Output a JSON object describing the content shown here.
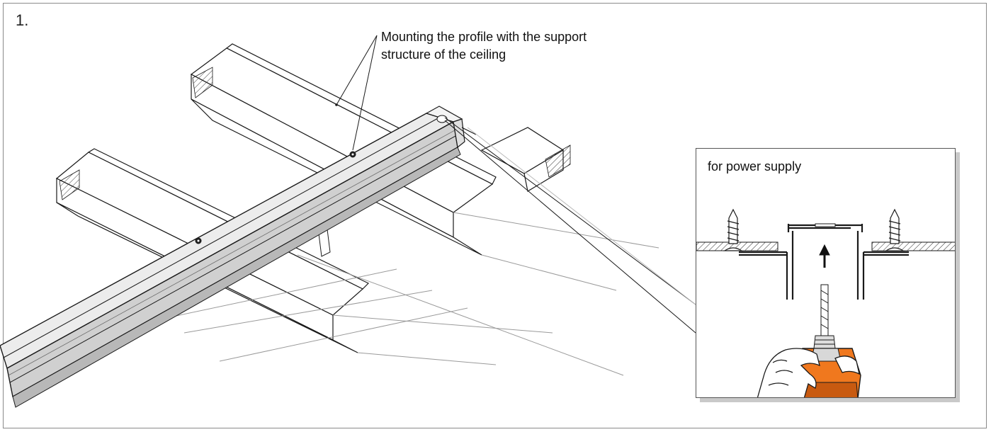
{
  "step": {
    "number": "1."
  },
  "callout": {
    "line1": "Mounting the profile with the support",
    "line2": "structure of the ceiling"
  },
  "inset": {
    "label": "for power supply"
  },
  "colors": {
    "profile_top": "#ececec",
    "profile_side": "#d0d0d0",
    "drill_body": "#f0781e",
    "line": "#1a1a1a"
  },
  "icons": [
    "screw-icon",
    "arrow-up-icon",
    "drill-icon",
    "hand-icon"
  ]
}
